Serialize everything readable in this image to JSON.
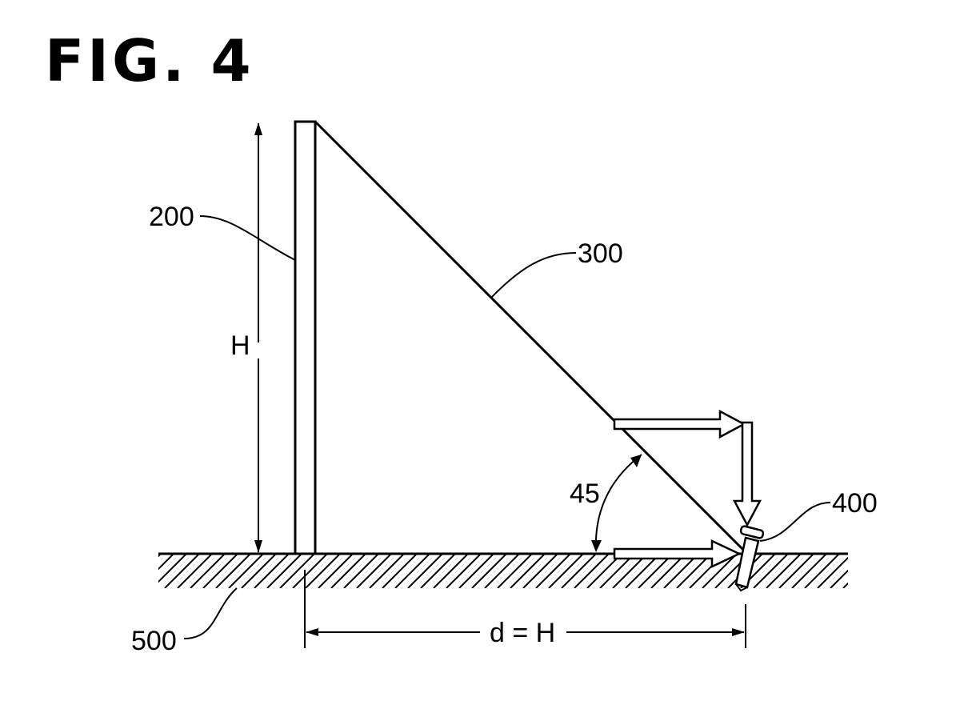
{
  "figure": {
    "title": "FIG. 4",
    "labels": {
      "pole": "200",
      "guy_wire": "300",
      "anchor": "400",
      "ground": "500",
      "height": "H",
      "angle": "45",
      "distance": "d = H"
    }
  }
}
